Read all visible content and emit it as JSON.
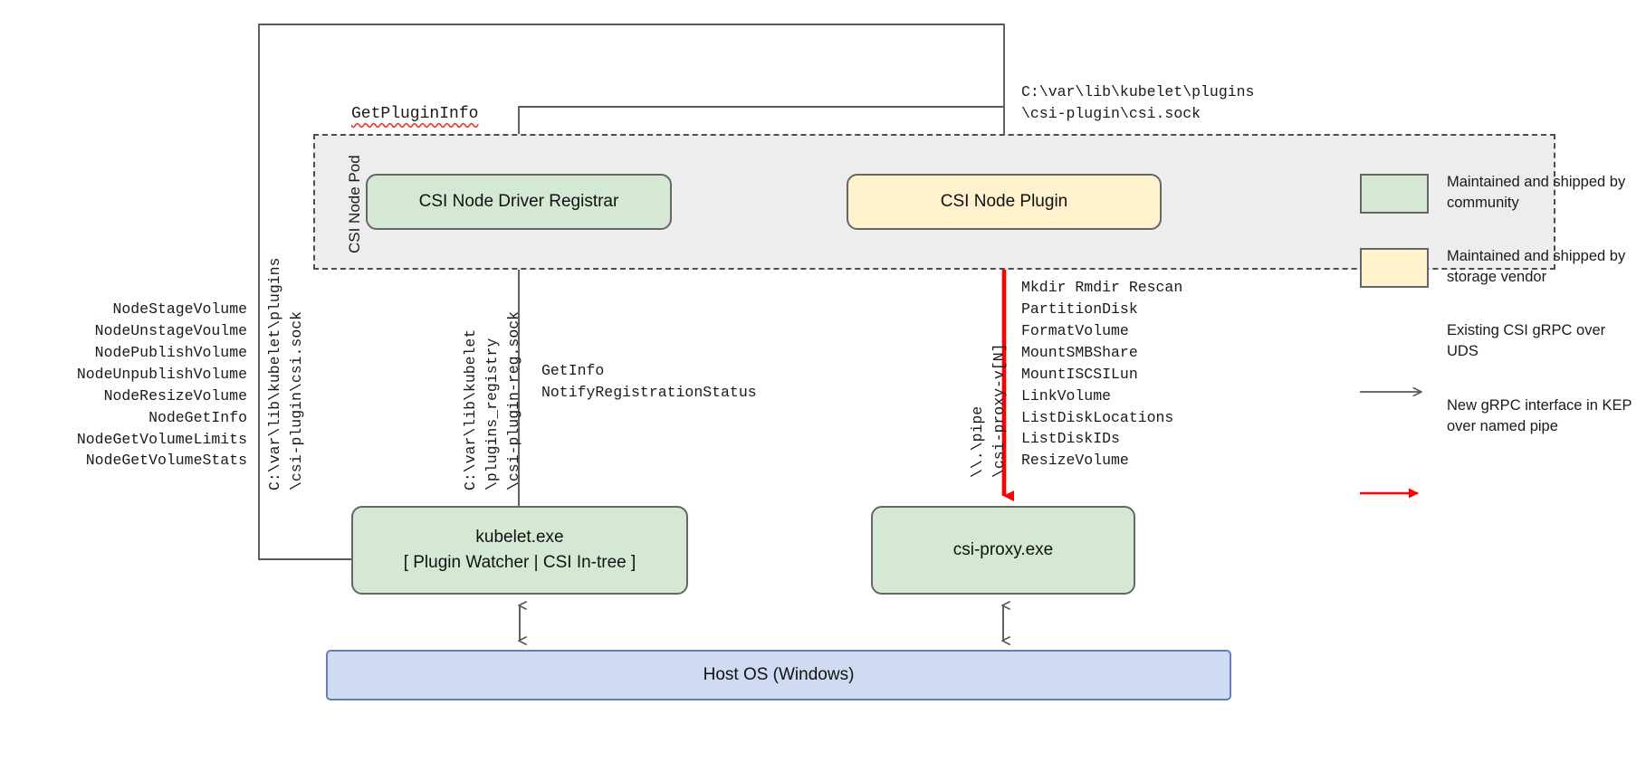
{
  "diagram": {
    "pod": {
      "label": "CSI Node Pod"
    },
    "nodes": {
      "registrar": {
        "label": "CSI Node Driver Registrar",
        "color": "#d5e8d4"
      },
      "node_plugin": {
        "label": "CSI Node Plugin",
        "color": "#fff2cc"
      },
      "kubelet": {
        "line1": "kubelet.exe",
        "line2": "[ Plugin Watcher | CSI In-tree ]",
        "color": "#d5e8d4"
      },
      "csi_proxy": {
        "label": "csi-proxy.exe",
        "color": "#d5e8d4"
      },
      "host_os": {
        "label": "Host OS (Windows)",
        "color": "#cfdbf2"
      }
    },
    "labels": {
      "get_plugin_info": "GetPluginInfo",
      "node_plugin_path": "C:\\var\\lib\\kubelet\\plugins\n\\csi-plugin\\csi.sock",
      "kubelet_csi_path": "C:\\var\\lib\\kubelet\\plugins\n\\csi-plugin\\csi.sock",
      "reg_sock_path": "C:\\var\\lib\\kubelet\n\\plugins_registry\n\\csi-plugin-reg.sock",
      "pipe_path": "\\\\.\\pipe\n\\csi-proxy-v[N]",
      "node_api_calls": "NodeStageVolume\nNodeUnstageVoulme\nNodePublishVolume\nNodeUnpublishVolume\nNodeResizeVolume\nNodeGetInfo\nNodeGetVolumeLimits\nNodeGetVolumeStats",
      "registrar_calls": "GetInfo\nNotifyRegistrationStatus",
      "csi_proxy_ops": "Mkdir Rmdir Rescan\nPartitionDisk\nFormatVolume\nMountSMBShare\nMountISCSILun\nLinkVolume\nListDiskLocations\nListDiskIDs\nResizeVolume"
    },
    "legend": [
      {
        "kind": "swatch",
        "color": "#d5e8d4",
        "text": "Maintained and shipped by community"
      },
      {
        "kind": "swatch",
        "color": "#fff2cc",
        "text": "Maintained and shipped by storage vendor"
      },
      {
        "kind": "arrow",
        "color": "#666666",
        "text": "Existing CSI gRPC over UDS"
      },
      {
        "kind": "arrow",
        "color": "#ff0000",
        "text": "New gRPC interface in KEP over named pipe"
      }
    ]
  }
}
